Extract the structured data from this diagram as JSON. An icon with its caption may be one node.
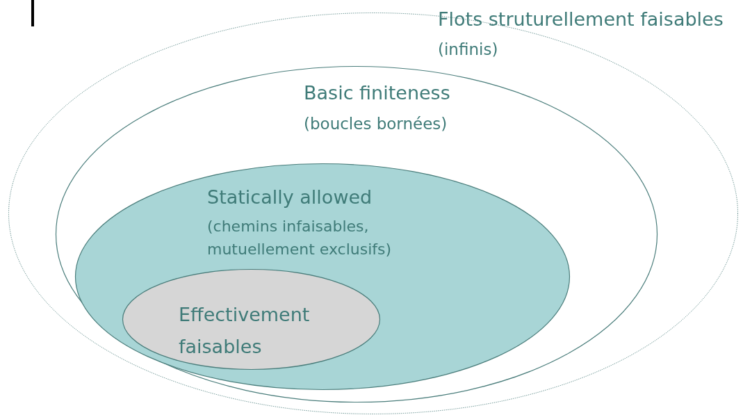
{
  "diagram": {
    "nodes": [
      {
        "text": [
          "Flots struturellement faisables",
          "(infinis)"
        ]
      },
      {
        "text": [
          "Basic finiteness",
          "(boucles bornées)"
        ],
        "in": 0
      },
      {
        "text": [
          "Statically allowed",
          "(chemins infaisables, mutuellement exclusifs)"
        ],
        "in": 1
      },
      {
        "text": [
          "Effectivement faisables"
        ],
        "in": 2
      }
    ]
  }
}
